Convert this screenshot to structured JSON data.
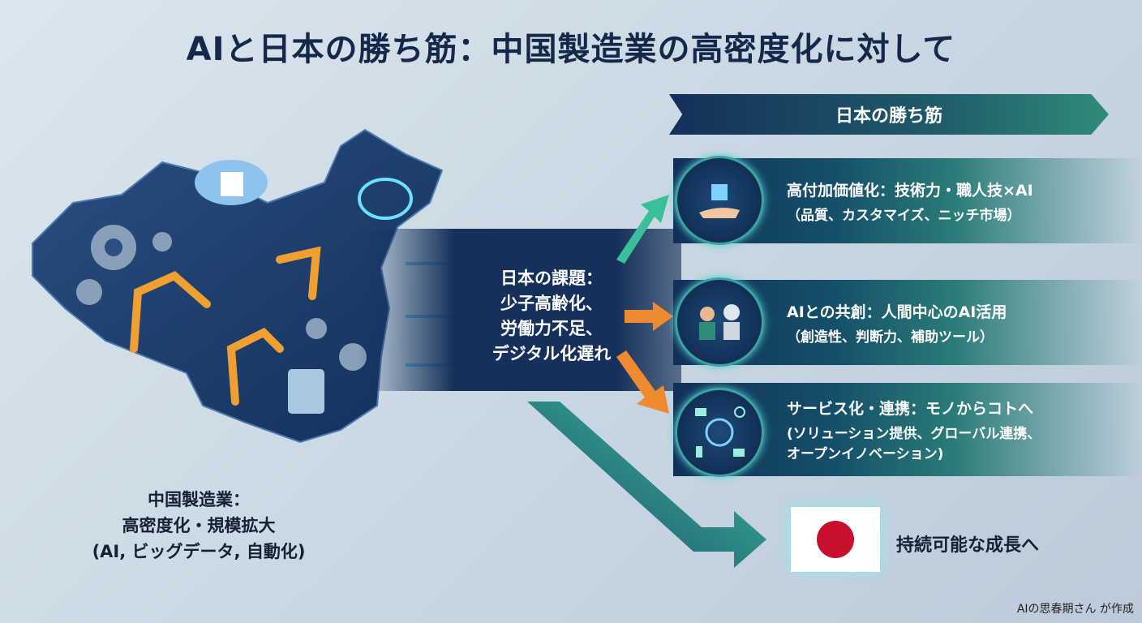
{
  "title": "AIと日本の勝ち筋：中国製造業の高密度化に対して",
  "banner": "日本の勝ち筋",
  "challenge": {
    "lines": [
      "日本の課題：",
      "少子高齢化、",
      "労働力不足、",
      "デジタル化遅れ"
    ]
  },
  "china": {
    "lines": [
      "中国製造業：",
      "高密度化・規模拡大",
      "(AI, ビッグデータ, 自動化)"
    ]
  },
  "strategies": [
    {
      "heading": "高付加価値化：技術力・職人技×AI",
      "sub": "（品質、カスタマイズ、ニッチ市場）",
      "icon": "chip-hand-icon"
    },
    {
      "heading": "AIとの共創：人間中心のAI活用",
      "sub": "（創造性、判断力、補助ツール）",
      "icon": "human-robot-icon"
    },
    {
      "heading": "サービス化・連携：モノからコトへ",
      "sub": "(ソリューション提供、グローバル連携、",
      "sub2": "オープンイノベーション)",
      "icon": "global-network-icon"
    }
  ],
  "goal": "持続可能な成長へ",
  "credit": "AIの思春期さん が作成",
  "colors": {
    "navy": "#14305a",
    "teal": "#2f8c78",
    "orange": "#f08a30",
    "red": "#c8102e"
  }
}
